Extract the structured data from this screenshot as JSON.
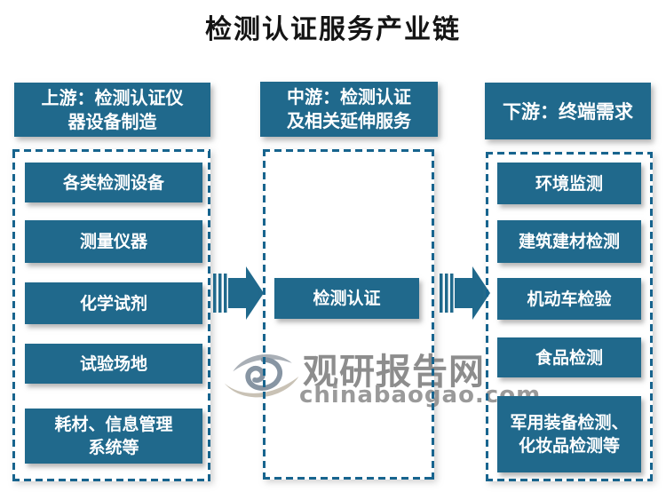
{
  "page": {
    "title": "检测认证服务产业链"
  },
  "colors": {
    "box_teal": "#20698C",
    "dash_teal": "#17648E",
    "watermark_gray": "#8f8f8f"
  },
  "columns": [
    {
      "id": "upstream",
      "header_lines": [
        "上游：检测认证仪",
        "器设备制造"
      ],
      "items": [
        {
          "lines": [
            "各类检测设备"
          ]
        },
        {
          "lines": [
            "测量仪器"
          ]
        },
        {
          "lines": [
            "化学试剂"
          ]
        },
        {
          "lines": [
            "试验场地"
          ]
        },
        {
          "lines": [
            "耗材、信息管理",
            "系统等"
          ]
        }
      ]
    },
    {
      "id": "midstream",
      "header_lines": [
        "中游：检测认证",
        "及相关延伸服务"
      ],
      "items": [
        {
          "lines": [
            "检测认证"
          ]
        }
      ]
    },
    {
      "id": "downstream",
      "header_lines": [
        "下游：终端需求"
      ],
      "items": [
        {
          "lines": [
            "环境监测"
          ]
        },
        {
          "lines": [
            "建筑建材检测"
          ]
        },
        {
          "lines": [
            "机动车检验"
          ]
        },
        {
          "lines": [
            "食品检测"
          ]
        },
        {
          "lines": [
            "军用装备检测、",
            "化妆品检测等"
          ]
        }
      ]
    }
  ],
  "watermark": {
    "brand": "观研报告网",
    "domain": "chinabaogao.com",
    "logo": "swirl-eye-logo"
  }
}
